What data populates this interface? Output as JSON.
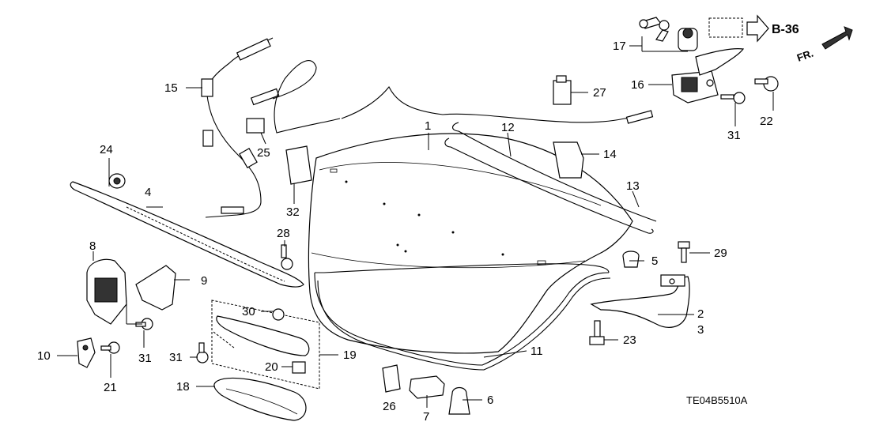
{
  "diagram": {
    "code": "TE04B5510A",
    "ref_page": "B-36",
    "direction": "FR.",
    "callouts": [
      {
        "id": "c1",
        "text": "1"
      },
      {
        "id": "c2",
        "text": "2"
      },
      {
        "id": "c3",
        "text": "3"
      },
      {
        "id": "c4",
        "text": "4"
      },
      {
        "id": "c5",
        "text": "5"
      },
      {
        "id": "c6",
        "text": "6"
      },
      {
        "id": "c7",
        "text": "7"
      },
      {
        "id": "c8",
        "text": "8"
      },
      {
        "id": "c9",
        "text": "9"
      },
      {
        "id": "c10",
        "text": "10"
      },
      {
        "id": "c11",
        "text": "11"
      },
      {
        "id": "c12",
        "text": "12"
      },
      {
        "id": "c13",
        "text": "13"
      },
      {
        "id": "c14",
        "text": "14"
      },
      {
        "id": "c15",
        "text": "15"
      },
      {
        "id": "c16",
        "text": "16"
      },
      {
        "id": "c17",
        "text": "17"
      },
      {
        "id": "c18",
        "text": "18"
      },
      {
        "id": "c19",
        "text": "19"
      },
      {
        "id": "c20",
        "text": "20"
      },
      {
        "id": "c21",
        "text": "21"
      },
      {
        "id": "c22",
        "text": "22"
      },
      {
        "id": "c23",
        "text": "23"
      },
      {
        "id": "c24",
        "text": "24"
      },
      {
        "id": "c25",
        "text": "25"
      },
      {
        "id": "c26",
        "text": "26"
      },
      {
        "id": "c27",
        "text": "27"
      },
      {
        "id": "c28",
        "text": "28"
      },
      {
        "id": "c29",
        "text": "29"
      },
      {
        "id": "c30",
        "text": "30"
      },
      {
        "id": "c31a",
        "text": "31"
      },
      {
        "id": "c31b",
        "text": "31"
      },
      {
        "id": "c31c",
        "text": "31"
      },
      {
        "id": "c32",
        "text": "32"
      }
    ]
  }
}
